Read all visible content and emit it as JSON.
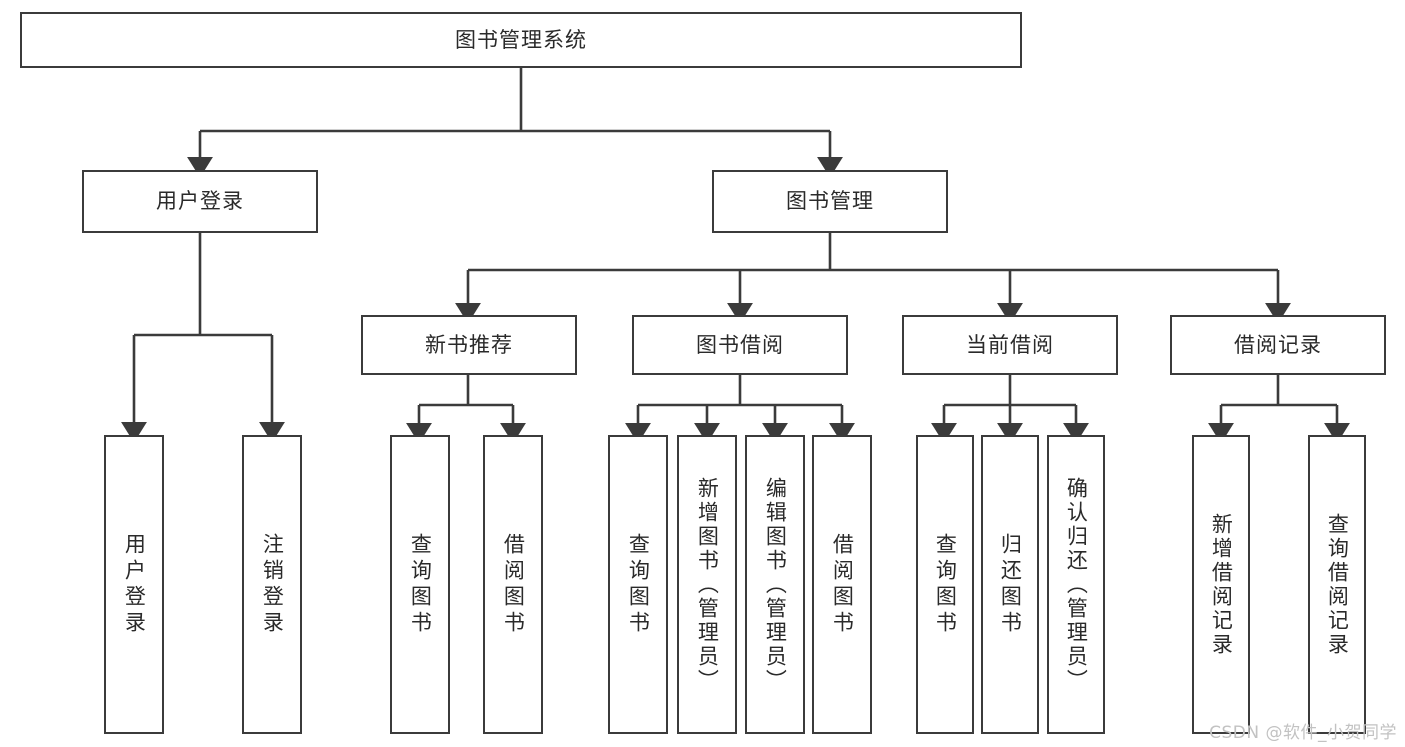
{
  "diagram": {
    "type": "tree",
    "title": "图书管理系统",
    "root": {
      "id": "root",
      "label": "图书管理系统"
    },
    "level2": [
      {
        "id": "user-login",
        "label": "用户登录"
      },
      {
        "id": "book-manage",
        "label": "图书管理"
      }
    ],
    "level3": [
      {
        "id": "new-book-recommend",
        "label": "新书推荐"
      },
      {
        "id": "book-borrow",
        "label": "图书借阅"
      },
      {
        "id": "current-borrow",
        "label": "当前借阅"
      },
      {
        "id": "borrow-record",
        "label": "借阅记录"
      }
    ],
    "leaves": {
      "user_login": [
        {
          "id": "leaf-user-login",
          "label": "用户登录"
        },
        {
          "id": "leaf-logout",
          "label": "注销登录"
        }
      ],
      "new_book_recommend": [
        {
          "id": "leaf-query-book-1",
          "label": "查询图书"
        },
        {
          "id": "leaf-borrow-book-1",
          "label": "借阅图书"
        }
      ],
      "book_borrow": [
        {
          "id": "leaf-query-book-2",
          "label": "查询图书"
        },
        {
          "id": "leaf-add-book",
          "label": "新增图书（管理员）"
        },
        {
          "id": "leaf-edit-book",
          "label": "编辑图书（管理员）"
        },
        {
          "id": "leaf-borrow-book-2",
          "label": "借阅图书"
        }
      ],
      "current_borrow": [
        {
          "id": "leaf-query-book-3",
          "label": "查询图书"
        },
        {
          "id": "leaf-return-book",
          "label": "归还图书"
        },
        {
          "id": "leaf-confirm-return",
          "label": "确认归还（管理员）"
        }
      ],
      "borrow_record": [
        {
          "id": "leaf-add-record",
          "label": "新增借阅记录"
        },
        {
          "id": "leaf-query-record",
          "label": "查询借阅记录"
        }
      ]
    },
    "colors": {
      "stroke": "#3b3b3b",
      "fill": "#ffffff",
      "text": "#2a2a2a",
      "watermark": "#c2c2c2"
    }
  },
  "watermark": {
    "text": "CSDN @软件_小贺同学"
  }
}
